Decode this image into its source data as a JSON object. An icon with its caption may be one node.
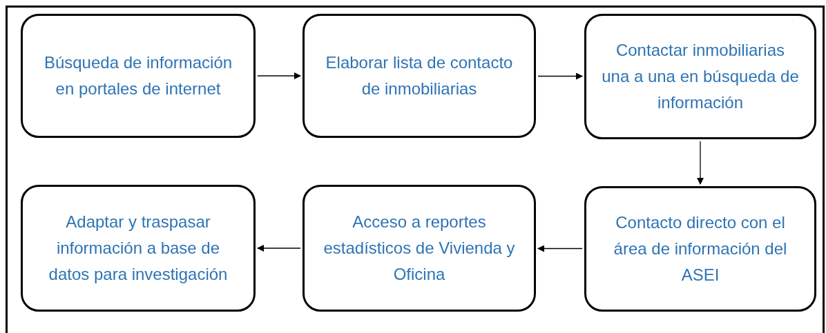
{
  "diagram": {
    "nodes": [
      {
        "text": [
          "Búsqueda de información en portales de internet"
        ]
      },
      {
        "text": [
          "Elaborar lista de contacto de inmobiliarias"
        ]
      },
      {
        "text": [
          "Contactar inmobiliarias una a una en búsqueda de información"
        ]
      },
      {
        "text": [
          "Contacto directo con el área de información del ASEI"
        ]
      },
      {
        "text": [
          "Acceso a reportes estadísticos de Vivienda y Oficina"
        ]
      },
      {
        "text": [
          "Adaptar y traspasar información a base de datos para investigación"
        ]
      }
    ],
    "edges": [
      {
        "from": 0,
        "to": 1,
        "arrow": "to"
      },
      {
        "from": 1,
        "to": 2,
        "arrow": "to"
      },
      {
        "from": 2,
        "to": 3,
        "arrow": "to"
      },
      {
        "from": 3,
        "to": 4,
        "arrow": "to"
      },
      {
        "from": 4,
        "to": 5,
        "arrow": "to"
      }
    ]
  }
}
